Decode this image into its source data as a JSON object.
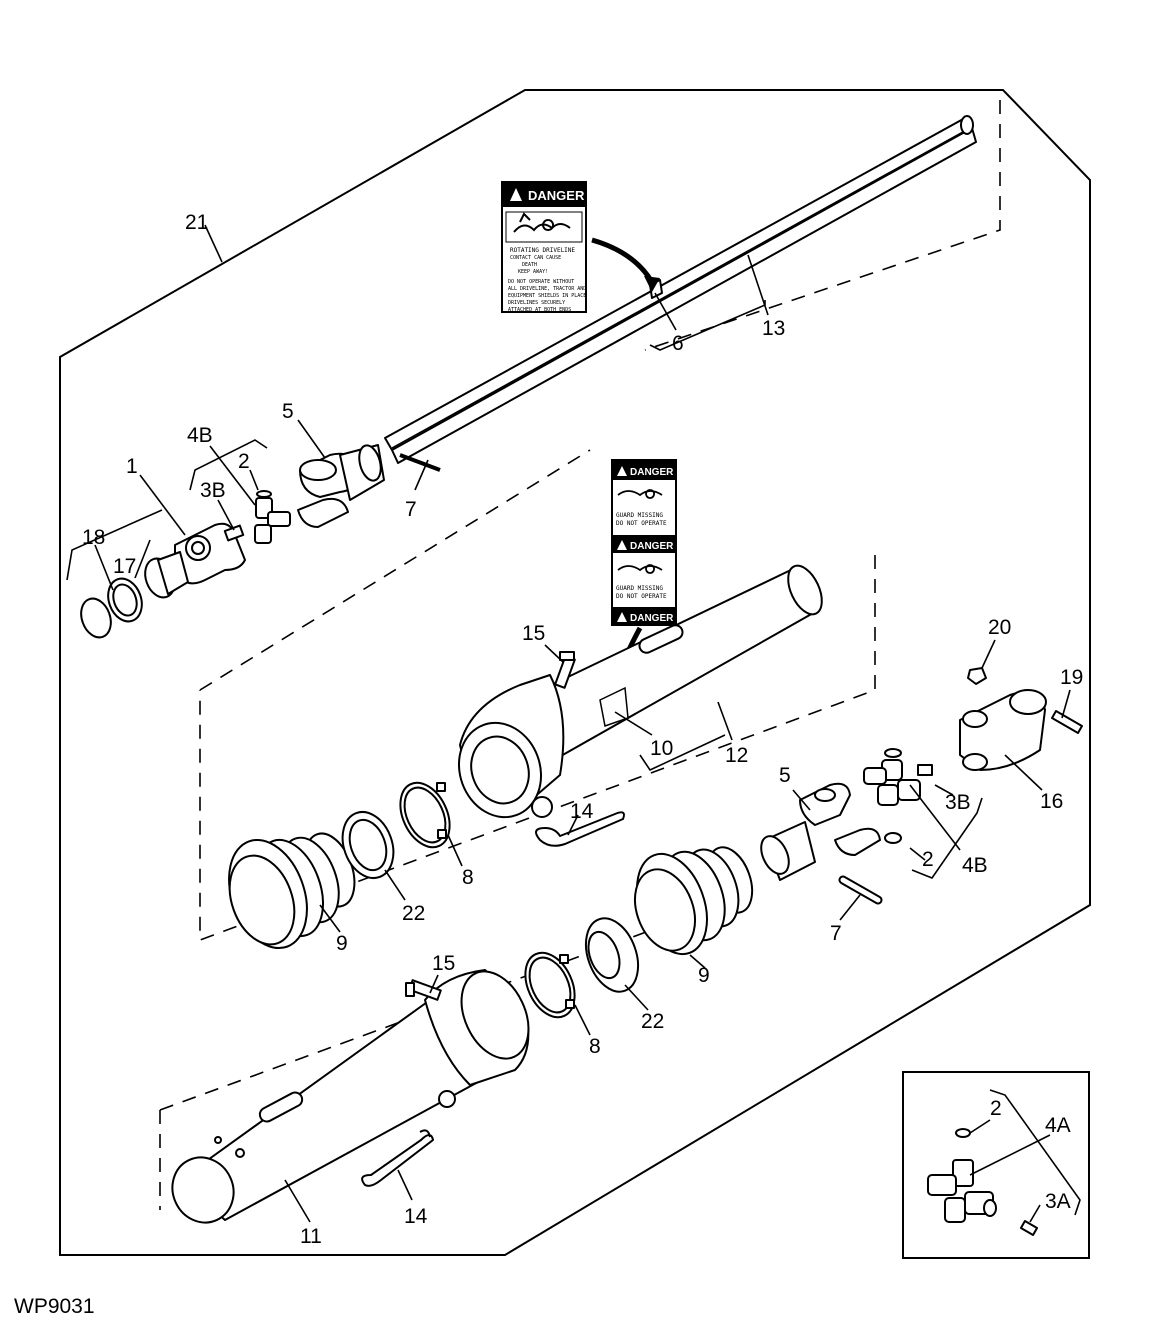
{
  "figure": {
    "id_label": "WP9031"
  },
  "callouts": {
    "c21": "21",
    "c13": "13",
    "c6": "6",
    "c7a": "7",
    "c5a": "5",
    "c4Ba": "4B",
    "c2a": "2",
    "c3Ba": "3B",
    "c1": "1",
    "c18": "18",
    "c17": "17",
    "c15a": "15",
    "c10": "10",
    "c12": "12",
    "c14a": "14",
    "c8a": "8",
    "c22a": "22",
    "c9a": "9",
    "c20": "20",
    "c19": "19",
    "c16": "16",
    "c5b": "5",
    "c3Bb": "3B",
    "c2b": "2",
    "c4Bb": "4B",
    "c7b": "7",
    "c9b": "9",
    "c22b": "22",
    "c8b": "8",
    "c15b": "15",
    "c14b": "14",
    "c11": "11",
    "c2inset": "2",
    "c4A": "4A",
    "c3A": "3A"
  },
  "decal_top": {
    "title": "DANGER",
    "line1": "ROTATING DRIVELINE",
    "line2": "CONTACT CAN CAUSE",
    "line3": "DEATH",
    "line4": "KEEP AWAY!",
    "line5": "DO NOT OPERATE WITHOUT",
    "line6": "ALL DRIVELINE, TRACTOR AND",
    "line7": "EQUIPMENT SHIELDS IN PLACE",
    "line8": "DRIVELINES SECURELY",
    "line9": "ATTACHED AT BOTH ENDS"
  },
  "decal_shield": {
    "title1": "DANGER",
    "text1a": "GUARD MISSING",
    "text1b": "DO NOT OPERATE",
    "title2": "DANGER",
    "text2a": "GUARD MISSING",
    "text2b": "DO NOT OPERATE",
    "title3": "DANGER"
  }
}
